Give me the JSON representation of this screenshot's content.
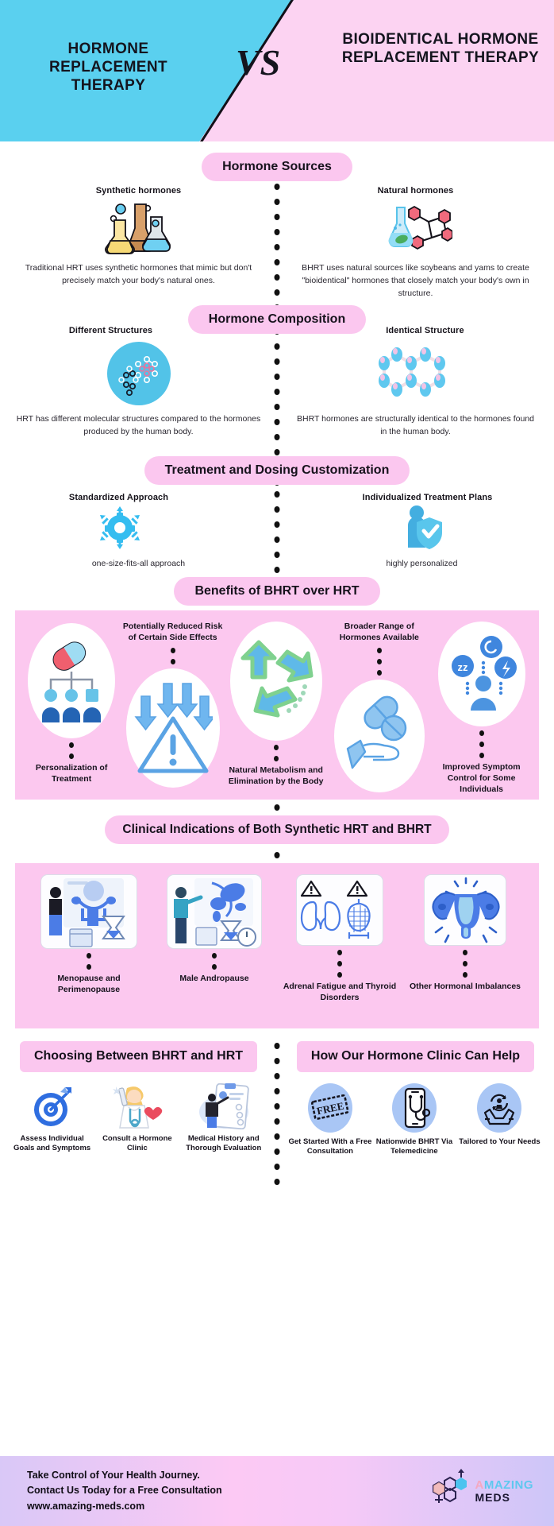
{
  "header": {
    "left_title": "HORMONE REPLACEMENT THERAPY",
    "vs": "VS",
    "right_title": "BIOIDENTICAL HORMONE REPLACEMENT THERAPY",
    "left_bg": "#5ad0ef",
    "right_bg": "#fcd3f2"
  },
  "sections": {
    "hormone_sources": {
      "pill": "Hormone Sources",
      "left_label": "Synthetic hormones",
      "left_icon": "lab-flasks-icon",
      "left_text": "Traditional HRT uses synthetic hormones that mimic but don't precisely match your body's natural ones.",
      "right_label": "Natural hormones",
      "right_icon": "natural-flask-molecule-icon",
      "right_text": "BHRT uses natural sources like soybeans and yams to create \"bioidentical\" hormones that closely match your body's own in structure."
    },
    "hormone_composition": {
      "pill": "Hormone Composition",
      "left_label": "Different Structures",
      "left_icon": "molecule-circle-icon",
      "left_text": "HRT has different molecular structures compared to the hormones produced by the human body.",
      "right_label": "Identical Structure",
      "right_icon": "hexagon-molecule-icon",
      "right_text": "BHRT hormones are structurally identical to the hormones found in the human body."
    },
    "treatment_dosing": {
      "pill": "Treatment and Dosing Customization",
      "left_label": "Standardized Approach",
      "left_icon": "gear-arrows-icon",
      "left_text": "one-size-fits-all approach",
      "right_label": "Individualized Treatment Plans",
      "right_icon": "person-shield-icon",
      "right_text": "highly personalized"
    },
    "benefits": {
      "pill": "Benefits of BHRT over HRT",
      "items": [
        {
          "label": "Personalization of Treatment",
          "icon": "pills-people-icon"
        },
        {
          "label": "Potentially Reduced Risk of Certain Side Effects",
          "icon": "down-arrows-warning-icon"
        },
        {
          "label": "Natural Metabolism and Elimination by the Body",
          "icon": "recycle-arrows-icon"
        },
        {
          "label": "Broader Range of Hormones Available",
          "icon": "pills-in-hand-icon"
        },
        {
          "label": "Improved Symptom Control for Some Individuals",
          "icon": "symptom-control-icon"
        }
      ]
    },
    "clinical_indications": {
      "pill": "Clinical Indications of Both Synthetic HRT and BHRT",
      "items": [
        {
          "label": "Menopause and Perimenopause",
          "icon": "menopause-illustration-icon"
        },
        {
          "label": "Male Andropause",
          "icon": "andropause-illustration-icon"
        },
        {
          "label": "Adrenal Fatigue and Thyroid Disorders",
          "icon": "kidney-thyroid-warning-icon"
        },
        {
          "label": "Other Hormonal Imbalances",
          "icon": "uterus-imbalance-icon"
        }
      ]
    },
    "choosing": {
      "pill": "Choosing Between BHRT and HRT",
      "items": [
        {
          "label": "Assess Individual Goals and Symptoms",
          "icon": "target-dart-icon"
        },
        {
          "label": "Consult a Hormone Clinic",
          "icon": "doctor-heart-icon"
        },
        {
          "label": "Medical History and Thorough Evaluation",
          "icon": "clipboard-checklist-icon"
        }
      ]
    },
    "clinic_help": {
      "pill": "How Our Hormone Clinic Can Help",
      "items": [
        {
          "label": "Get Started With a Free Consultation",
          "icon": "free-stamp-icon"
        },
        {
          "label": "Nationwide BHRT Via Telemedicine",
          "icon": "phone-stethoscope-icon"
        },
        {
          "label": "Tailored to Your Needs",
          "icon": "hands-cycle-icon"
        }
      ]
    }
  },
  "footer": {
    "line1": "Take Control of Your Health Journey.",
    "line2": "Contact Us Today for a Free Consultation",
    "line3": "www.amazing-meds.com",
    "brand_a": "A",
    "brand_m": "M",
    "brand_azing": "AZING",
    "brand_meds": "MEDS",
    "logo_icon": "amazing-meds-molecule-logo"
  },
  "colors": {
    "accent_pink": "#fbc7ef",
    "accent_cyan": "#5ad0ef",
    "band_pink": "#fcc8ef",
    "blue": "#3f7ee0"
  }
}
